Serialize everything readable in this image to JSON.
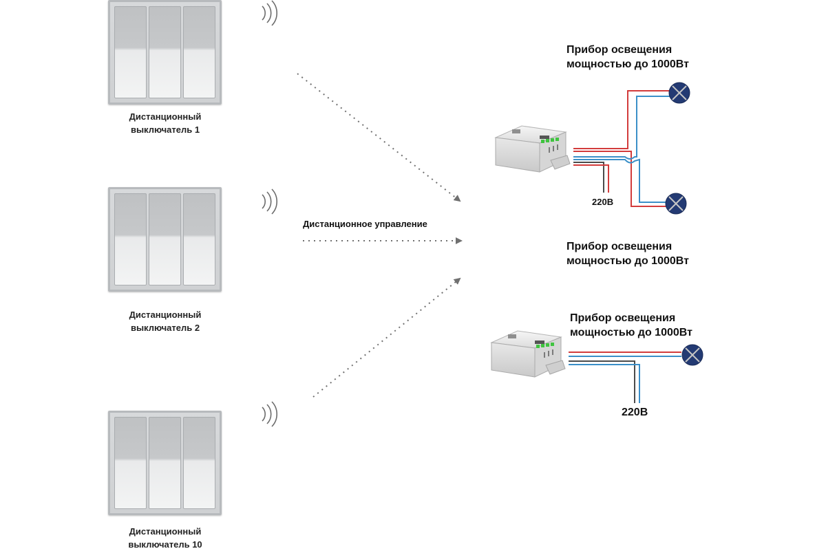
{
  "switches": [
    {
      "caption_line1": "Дистанционный",
      "caption_line2": "выключатель 1"
    },
    {
      "caption_line1": "Дистанционный",
      "caption_line2": "выключатель 2"
    },
    {
      "caption_line1": "Дистанционный",
      "caption_line2": "выключатель 10"
    }
  ],
  "remote_control_label": "Дистанционное управление",
  "fixture_titles": [
    {
      "line1": "Прибор освещения",
      "line2": "мощностью до 1000Вт"
    },
    {
      "line1": "Прибор освещения",
      "line2": "мощностью до 1000Вт"
    },
    {
      "line1": "Прибор освещения",
      "line2": "мощностью до 1000Вт"
    }
  ],
  "voltage_labels": [
    "220В",
    "220В"
  ],
  "colors": {
    "phase_wire": "#d23b3b",
    "neutral_wire": "#3a8fc8",
    "dark_wire": "#4a4a4a",
    "lamp_fill": "#233a73",
    "arrow": "#707070",
    "led": "#3fc43f"
  }
}
